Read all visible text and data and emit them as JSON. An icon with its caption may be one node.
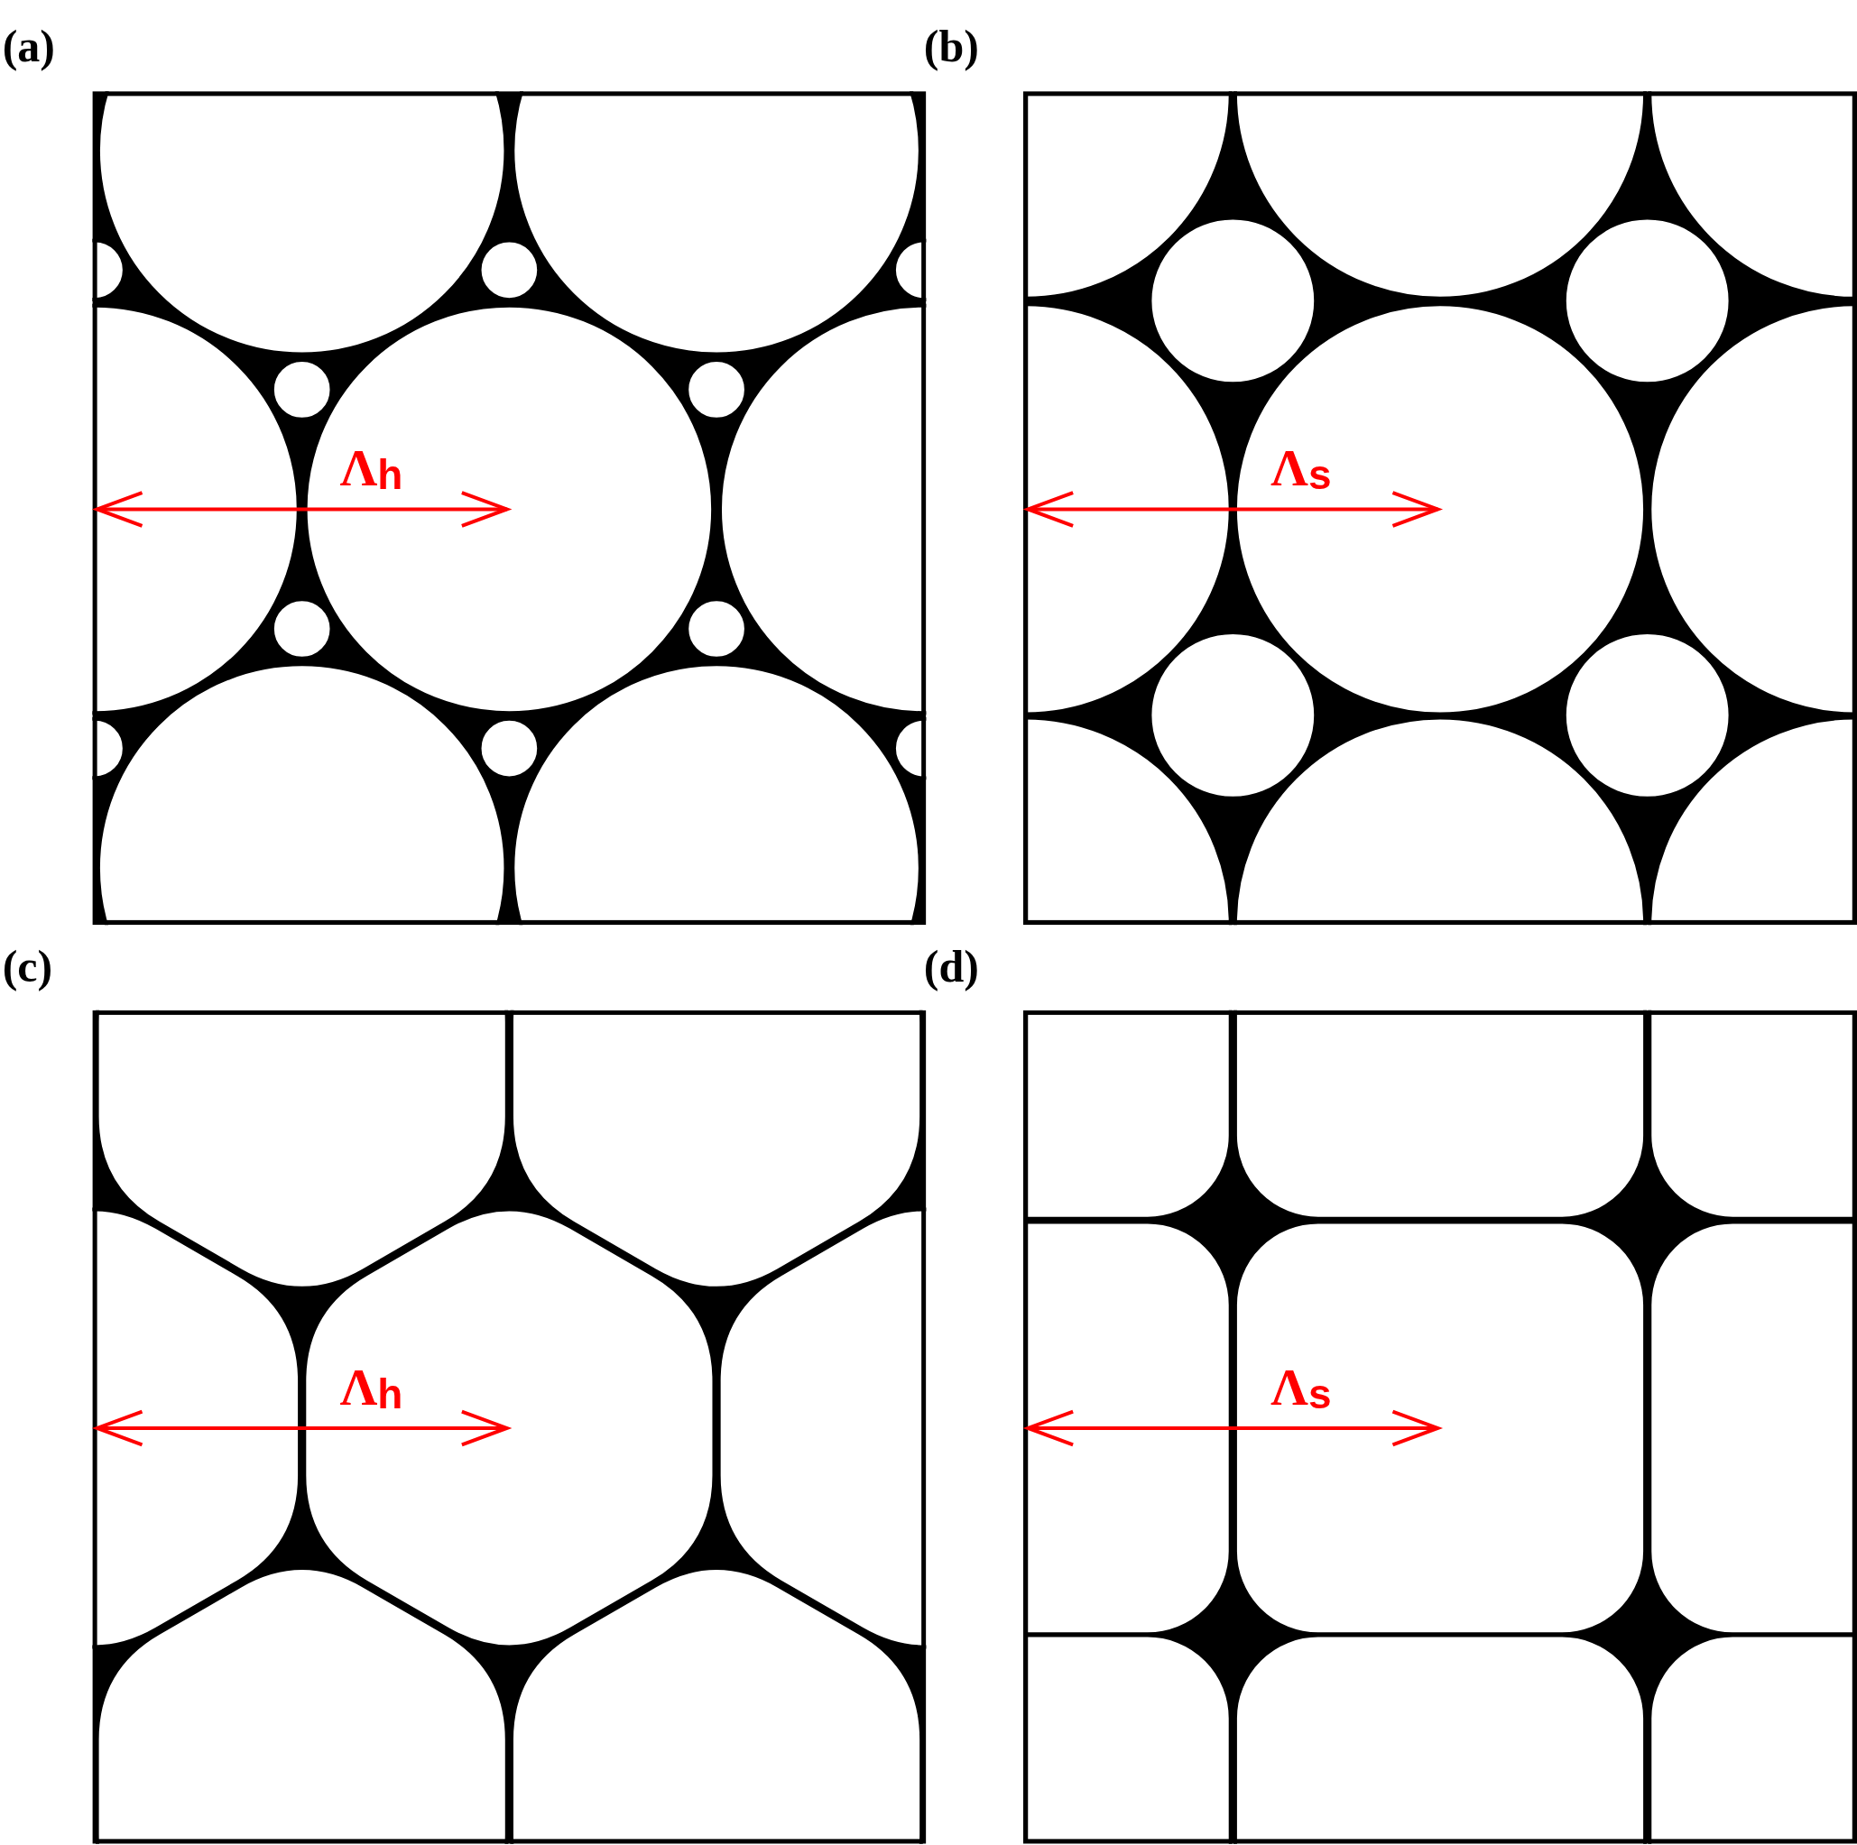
{
  "diagram": {
    "labels": [
      "(a)",
      "(b)",
      "Λ$_{h}$",
      "Λ$_{s}$",
      "(c)",
      "(d)",
      "Λ$_{h}$",
      "Λ$_{s}$"
    ]
  }
}
